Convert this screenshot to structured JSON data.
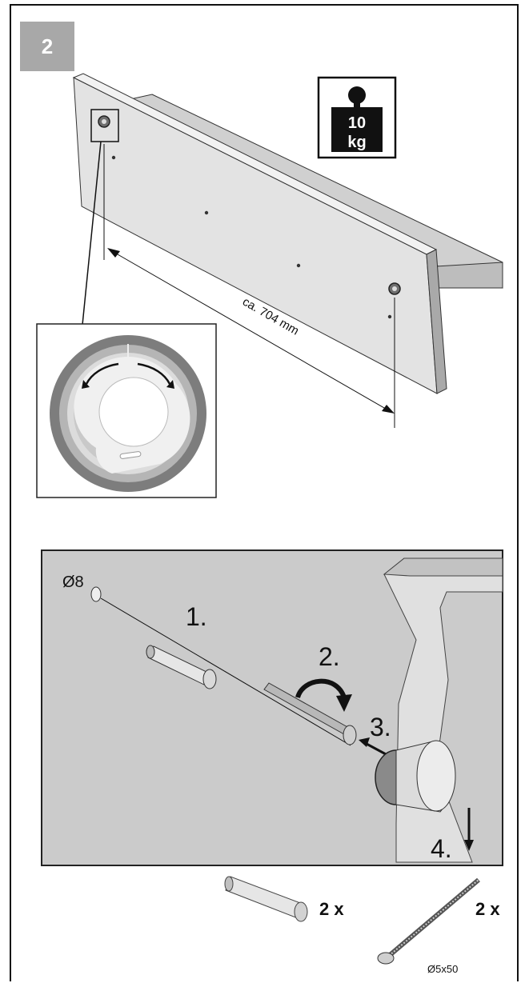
{
  "step": {
    "number": "2"
  },
  "weight": {
    "value": "10",
    "unit": "kg"
  },
  "dimension": {
    "label": "ca. 704 mm"
  },
  "install": {
    "hole": "Ø8",
    "step1": "1.",
    "step2": "2.",
    "step3": "3.",
    "step4": "4."
  },
  "parts": [
    {
      "quantity": "2 x"
    },
    {
      "quantity": "2 x",
      "spec": "Ø5x50"
    }
  ]
}
